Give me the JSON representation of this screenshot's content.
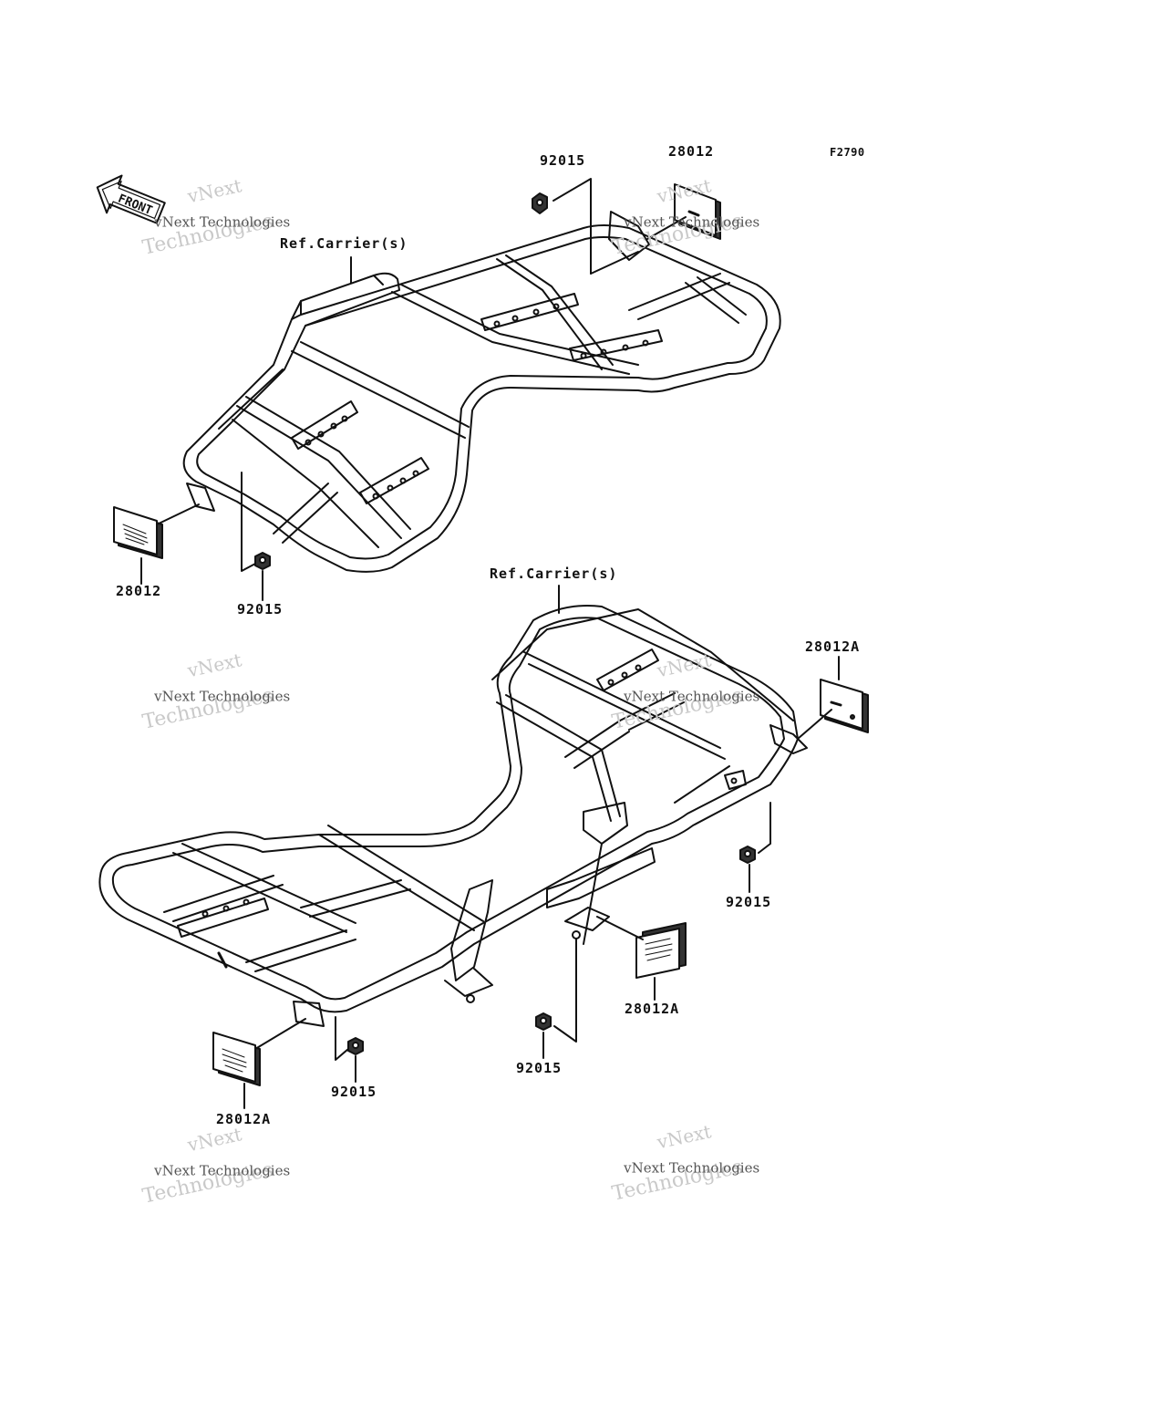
{
  "diagram": {
    "code": "F2790",
    "front_label": "FRONT",
    "ref_label_top": "Ref.Carrier(s)",
    "ref_label_bottom": "Ref.Carrier(s)",
    "parts": {
      "p92015_top": "92015",
      "p28012_top": "28012",
      "p28012_left": "28012",
      "p92015_left": "92015",
      "p28012A_right": "28012A",
      "p92015_right": "92015",
      "p28012A_mid": "28012A",
      "p92015_mid": "92015",
      "p92015_bottom": "92015",
      "p28012A_bottom": "28012A"
    },
    "watermark": {
      "line1": "vNext",
      "line2": "vNext Technologies",
      "line3": "Technologies"
    }
  }
}
